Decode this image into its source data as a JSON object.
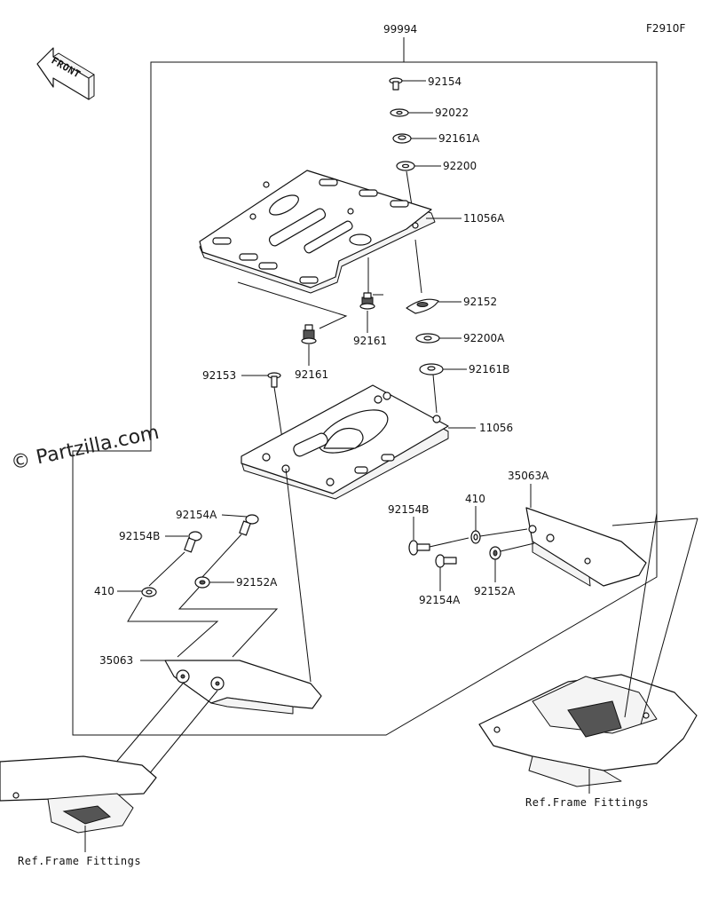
{
  "figure_code": "F2910F",
  "assembly_number": "99994",
  "watermark": "© Partzilla.com",
  "front_label": "FRONT",
  "ref_frame_label": "Ref.Frame Fittings",
  "parts": {
    "p92154": "92154",
    "p92022": "92022",
    "p92161A": "92161A",
    "p92200": "92200",
    "p11056A": "11056A",
    "p92152": "92152",
    "p92161_a": "92161",
    "p92200A": "92200A",
    "p92161_b": "92161",
    "p92153": "92153",
    "p92161B": "92161B",
    "p11056": "11056",
    "p35063A": "35063A",
    "p92154B_r": "92154B",
    "p410_r": "410",
    "p92154A_l": "92154A",
    "p92154B_l": "92154B",
    "p410_l": "410",
    "p92152A_l": "92152A",
    "p92154A_r": "92154A",
    "p92152A_r": "92152A",
    "p35063": "35063"
  }
}
